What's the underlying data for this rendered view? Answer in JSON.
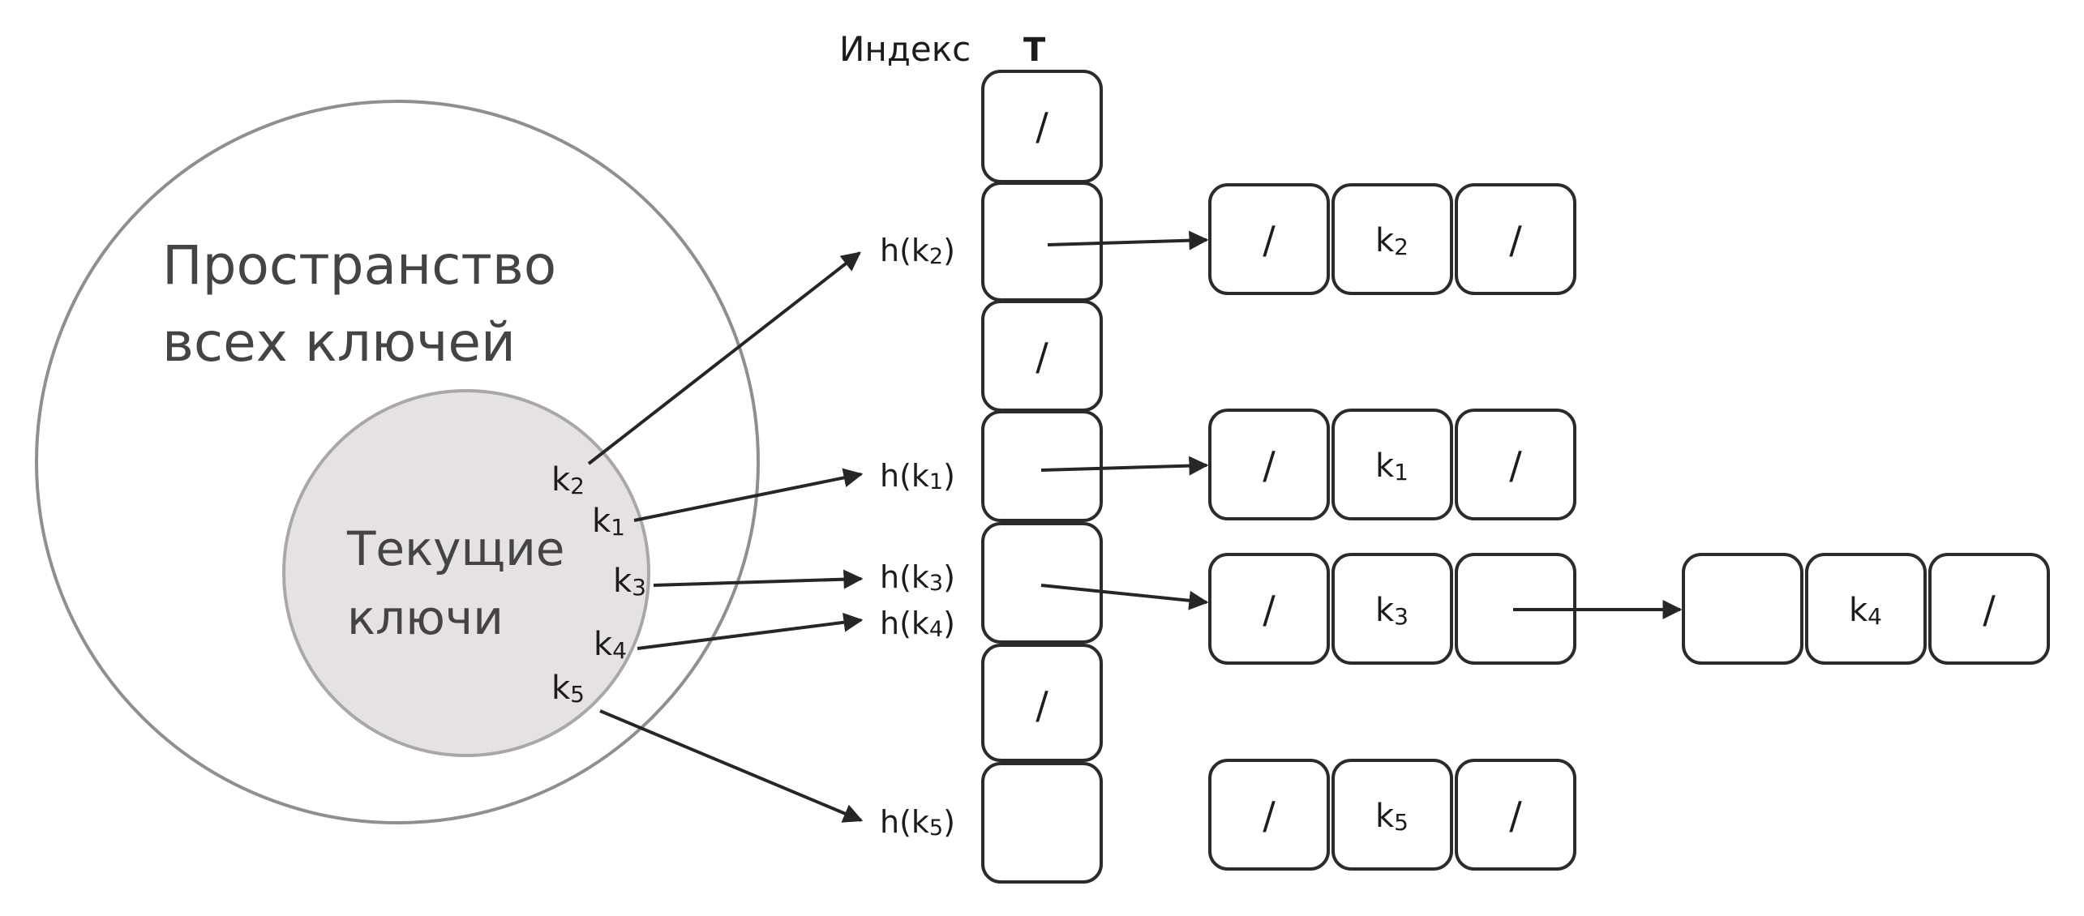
{
  "outer_set": {
    "label_line1": "Пространство",
    "label_line2": "всех ключей"
  },
  "inner_set": {
    "label_line1": "Текущие",
    "label_line2": "ключи",
    "fill": "#e6e1e4"
  },
  "table": {
    "index_header": "Индекс",
    "table_header": "T"
  },
  "keys": [
    {
      "k": "k",
      "sub": "2"
    },
    {
      "k": "k",
      "sub": "1"
    },
    {
      "k": "k",
      "sub": "3"
    },
    {
      "k": "k",
      "sub": "4"
    },
    {
      "k": "k",
      "sub": "5"
    }
  ],
  "hash_labels": [
    {
      "pre": "h(k",
      "sub": "2",
      "post": ")"
    },
    {
      "pre": "h(k",
      "sub": "1",
      "post": ")"
    },
    {
      "pre": "h(k",
      "sub": "3",
      "post": ")"
    },
    {
      "pre": "h(k",
      "sub": "4",
      "post": ")"
    },
    {
      "pre": "h(k",
      "sub": "5",
      "post": ")"
    }
  ],
  "slots": [
    "/",
    "",
    "/",
    "",
    "",
    "/",
    ""
  ],
  "chains": [
    {
      "prev": "/",
      "key": "k",
      "sub": "2",
      "next": "/"
    },
    {
      "prev": "/",
      "key": "k",
      "sub": "1",
      "next": "/"
    },
    {
      "prev": "/",
      "key": "k",
      "sub": "3",
      "next": ""
    },
    {
      "prev": "",
      "key": "k",
      "sub": "4",
      "next": "/"
    },
    {
      "prev": "/",
      "key": "k",
      "sub": "5",
      "next": "/"
    }
  ]
}
